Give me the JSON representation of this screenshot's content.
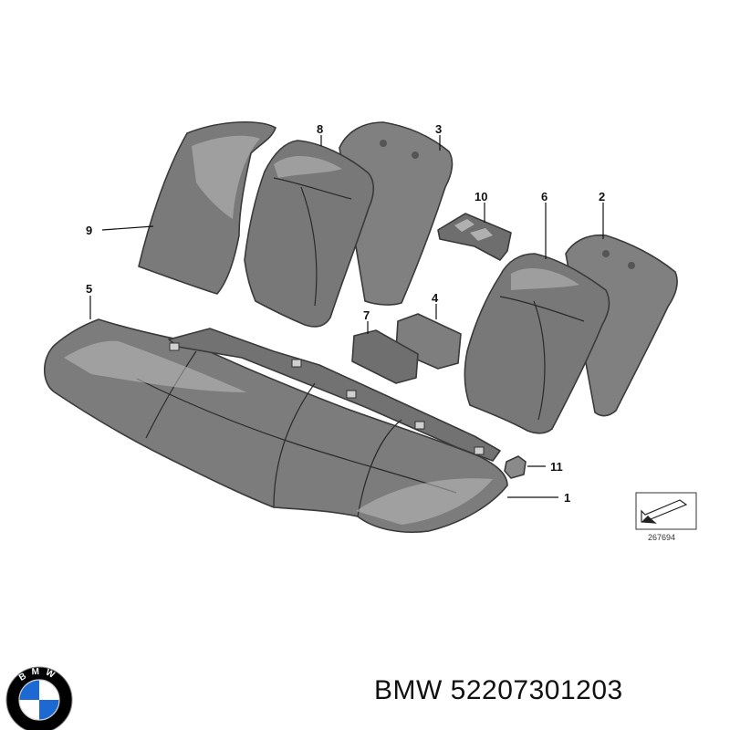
{
  "callouts": {
    "c1": "1",
    "c2": "2",
    "c3": "3",
    "c4": "4",
    "c5": "5",
    "c6": "6",
    "c7": "7",
    "c8": "8",
    "c9": "9",
    "c10": "10",
    "c11": "11"
  },
  "reference_number": "267694",
  "caption": {
    "brand": "BMW",
    "part_number": "52207301203"
  },
  "logo": {
    "text": "BMW",
    "colors": {
      "blue": "#1c69d4",
      "white": "#ffffff",
      "black": "#000000"
    }
  },
  "colors": {
    "part_fill": "#7d7d7d",
    "part_dark": "#6a6a6a",
    "part_light": "#9a9a9a"
  }
}
